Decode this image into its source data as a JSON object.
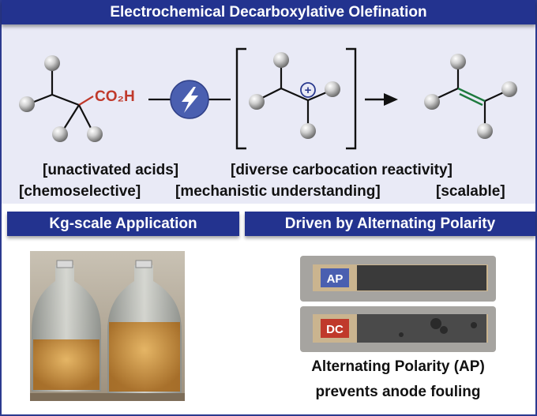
{
  "title": "Electrochemical Decarboxylative Olefination",
  "scheme": {
    "acid_group": "CO₂H",
    "plus_sign": "+",
    "labels": [
      "[unactivated acids]",
      "[diverse carbocation reactivity]",
      "[chemoselective]",
      "[mechanistic understanding]",
      "[scalable]"
    ]
  },
  "left_panel": {
    "title": "Kg-scale Application"
  },
  "right_panel": {
    "title": "Driven by Alternating Polarity",
    "electrode_ap": "AP",
    "electrode_dc": "DC",
    "caption_line1": "Alternating Polarity (AP)",
    "caption_line2": "prevents anode fouling"
  },
  "colors": {
    "banner": "#23338f",
    "acid": "#c0392b",
    "double_bond": "#1e7a3e",
    "bolt_circle": "#4a5fb0",
    "ap_tag": "#4a5fb0",
    "dc_tag": "#c0392b"
  }
}
